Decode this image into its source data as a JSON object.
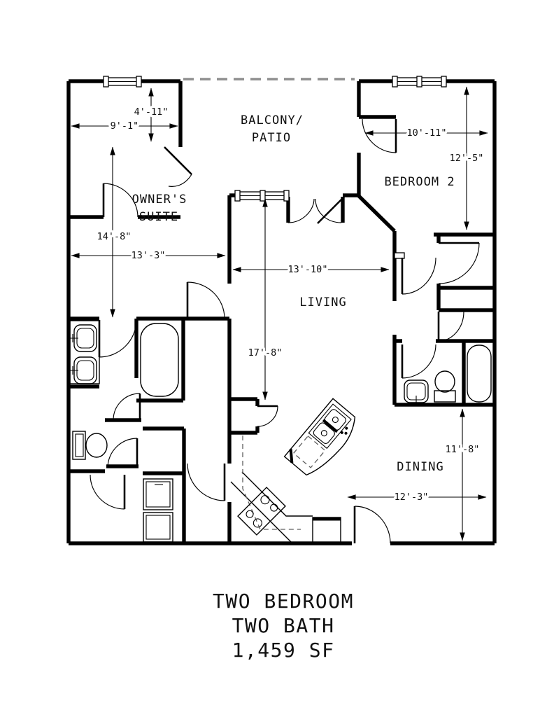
{
  "plan": {
    "rooms": {
      "balcony_line1": "BALCONY/",
      "balcony_line2": "PATIO",
      "owners_suite_line1": "OWNER'S",
      "owners_suite_line2": "SUITE",
      "bedroom2": "BEDROOM 2",
      "living": "LIVING",
      "dining": "DINING"
    },
    "dimensions": {
      "entry_nook_depth": "4'-11\"",
      "entry_nook_width": "9'-1\"",
      "bedroom2_width": "10'-11\"",
      "bedroom2_depth": "12'-5\"",
      "owners_suite_depth": "14'-8\"",
      "owners_suite_width": "13'-3\"",
      "living_width": "13'-10\"",
      "living_depth": "17'-8\"",
      "dining_depth": "11'-8\"",
      "dining_width": "12'-3\""
    }
  },
  "title": {
    "line1": "TWO BEDROOM",
    "line2": "TWO BATH",
    "line3": "1,459 SF"
  },
  "colors": {
    "line": "#000000",
    "balcony_dash": "#8f8f8f",
    "background": "#ffffff"
  }
}
